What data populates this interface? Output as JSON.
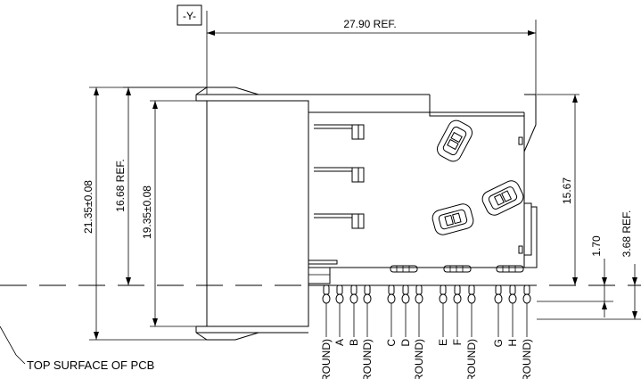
{
  "datum": {
    "label": "-Y-"
  },
  "dimensions": {
    "overall_width": "27.90 REF.",
    "overall_height": "21.35±0.08",
    "height_ref": "16.68 REF.",
    "body_height": "19.35±0.08",
    "right_height": "15.67",
    "standoff": "1.70",
    "standoff_ref": "3.68 REF."
  },
  "callout": {
    "pcb_surface": "TOP SURFACE OF PCB"
  },
  "pins": [
    "(GROUND)",
    "A",
    "B",
    "(GROUND)",
    "C",
    "D",
    "(GROUND)",
    "E",
    "F",
    "(GROUND)",
    "G",
    "H",
    "(GROUND)"
  ]
}
